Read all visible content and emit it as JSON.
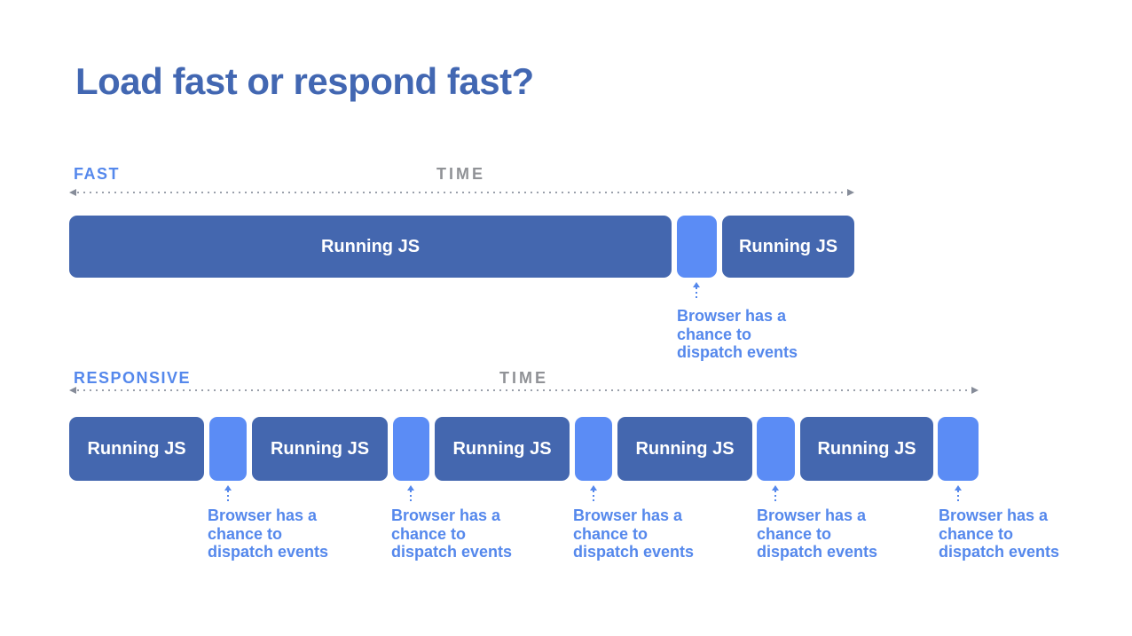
{
  "slide": {
    "title": "Load fast or respond fast?"
  },
  "colors": {
    "background": "#ffffff",
    "title_blue": "#4267b2",
    "dark_blue": "#4467af",
    "light_blue": "#5b8cf5",
    "accent_text": "#5588ec",
    "time_gray": "#909296",
    "axis_gray": "#9aa0ab",
    "arrow_gray": "#868c99"
  },
  "fast": {
    "label": "FAST",
    "time_label": "TIME",
    "js_blocks": [
      "Running JS",
      "Running JS"
    ],
    "annotations": [
      {
        "lines": [
          "Browser has a",
          "chance to",
          "dispatch events"
        ]
      }
    ]
  },
  "responsive": {
    "label": "RESPONSIVE",
    "time_label": "TIME",
    "js_blocks": [
      "Running JS",
      "Running JS",
      "Running JS",
      "Running JS",
      "Running JS"
    ],
    "annotations": [
      {
        "lines": [
          "Browser has a",
          "chance to",
          "dispatch events"
        ]
      },
      {
        "lines": [
          "Browser has a",
          "chance to",
          "dispatch events"
        ]
      },
      {
        "lines": [
          "Browser has a",
          "chance to",
          "dispatch events"
        ]
      },
      {
        "lines": [
          "Browser has a",
          "chance to",
          "dispatch events"
        ]
      },
      {
        "lines": [
          "Browser has a",
          "chance to",
          "dispatch events"
        ]
      }
    ]
  }
}
